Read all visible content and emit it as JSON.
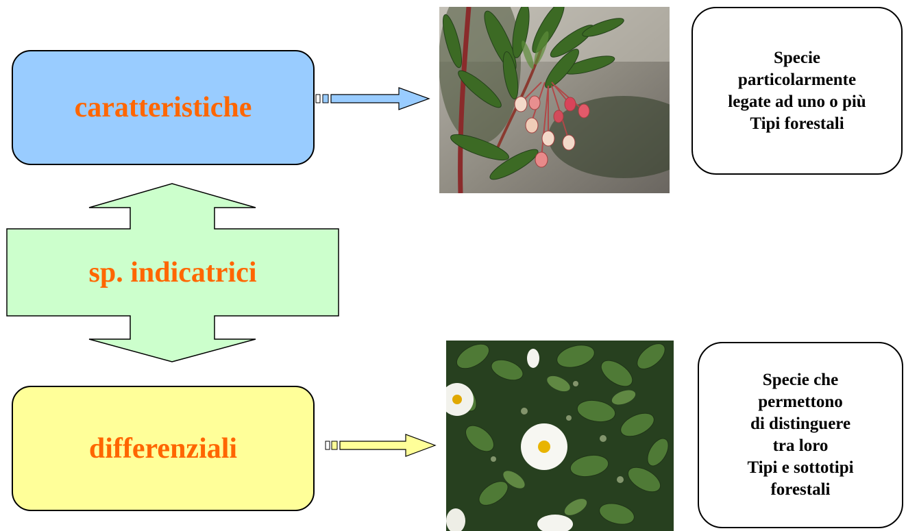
{
  "diagram": {
    "node_caratteristiche": "caratteristiche",
    "node_indicatrici": "sp. indicatrici",
    "node_differenziali": "differenziali",
    "note_caratteristiche": [
      "Specie",
      "particolarmente",
      "legate ad uno o più",
      "Tipi forestali"
    ],
    "note_differenziali": [
      "Specie che",
      "permettono",
      "di distinguere",
      "tra loro",
      "Tipi e sottotipi",
      "forestali"
    ]
  },
  "colors": {
    "label": "#ff6600",
    "caratteristiche_fill": "#99ccff",
    "indicatrici_fill": "#ccffcc",
    "differenziali_fill": "#ffff99"
  },
  "images": [
    "photo-arbutus-flowers",
    "photo-white-cistus-flowers"
  ]
}
